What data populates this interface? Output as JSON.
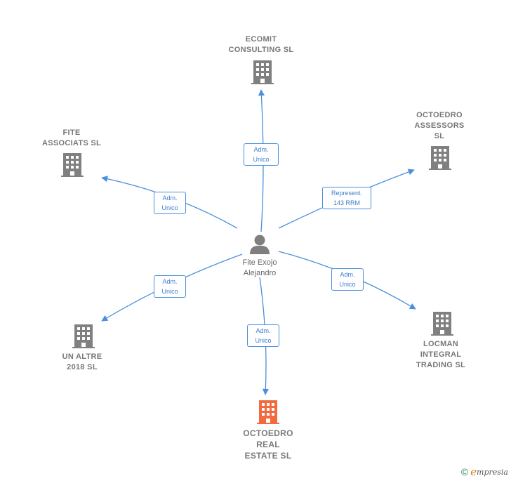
{
  "diagram": {
    "center": {
      "label": "Fite Exojo\nAlejandro",
      "icon": "person-icon"
    },
    "nodes": [
      {
        "id": "ecomit",
        "label": "ECOMIT\nCONSULTING SL",
        "icon": "building-icon",
        "color": "#808080"
      },
      {
        "id": "octoedro-assessors",
        "label": "OCTOEDRO\nASSESSORS\nSL",
        "icon": "building-icon",
        "color": "#808080"
      },
      {
        "id": "fite-associats",
        "label": "FITE\nASSOCIATS  SL",
        "icon": "building-icon",
        "color": "#808080"
      },
      {
        "id": "locman",
        "label": "LOCMAN\nINTEGRAL\nTRADING  SL",
        "icon": "building-icon",
        "color": "#808080"
      },
      {
        "id": "un-altre",
        "label": "UN ALTRE\n2018  SL",
        "icon": "building-icon",
        "color": "#808080"
      },
      {
        "id": "octoedro-real",
        "label": "OCTOEDRO\nREAL\nESTATE  SL",
        "icon": "building-icon",
        "color": "#f26a3d"
      }
    ],
    "edges": [
      {
        "to": "ecomit",
        "label": "Adm.\nUnico"
      },
      {
        "to": "octoedro-assessors",
        "label": "Represent.\n143 RRM"
      },
      {
        "to": "fite-associats",
        "label": "Adm.\nUnico"
      },
      {
        "to": "locman",
        "label": "Adm.\nUnico"
      },
      {
        "to": "un-altre",
        "label": "Adm.\nUnico"
      },
      {
        "to": "octoedro-real",
        "label": "Adm.\nUnico"
      }
    ],
    "edge_color": "#4a8fdd"
  },
  "footer": {
    "copyright": "©",
    "brand_initial": "e",
    "brand_rest": "mpresia"
  }
}
